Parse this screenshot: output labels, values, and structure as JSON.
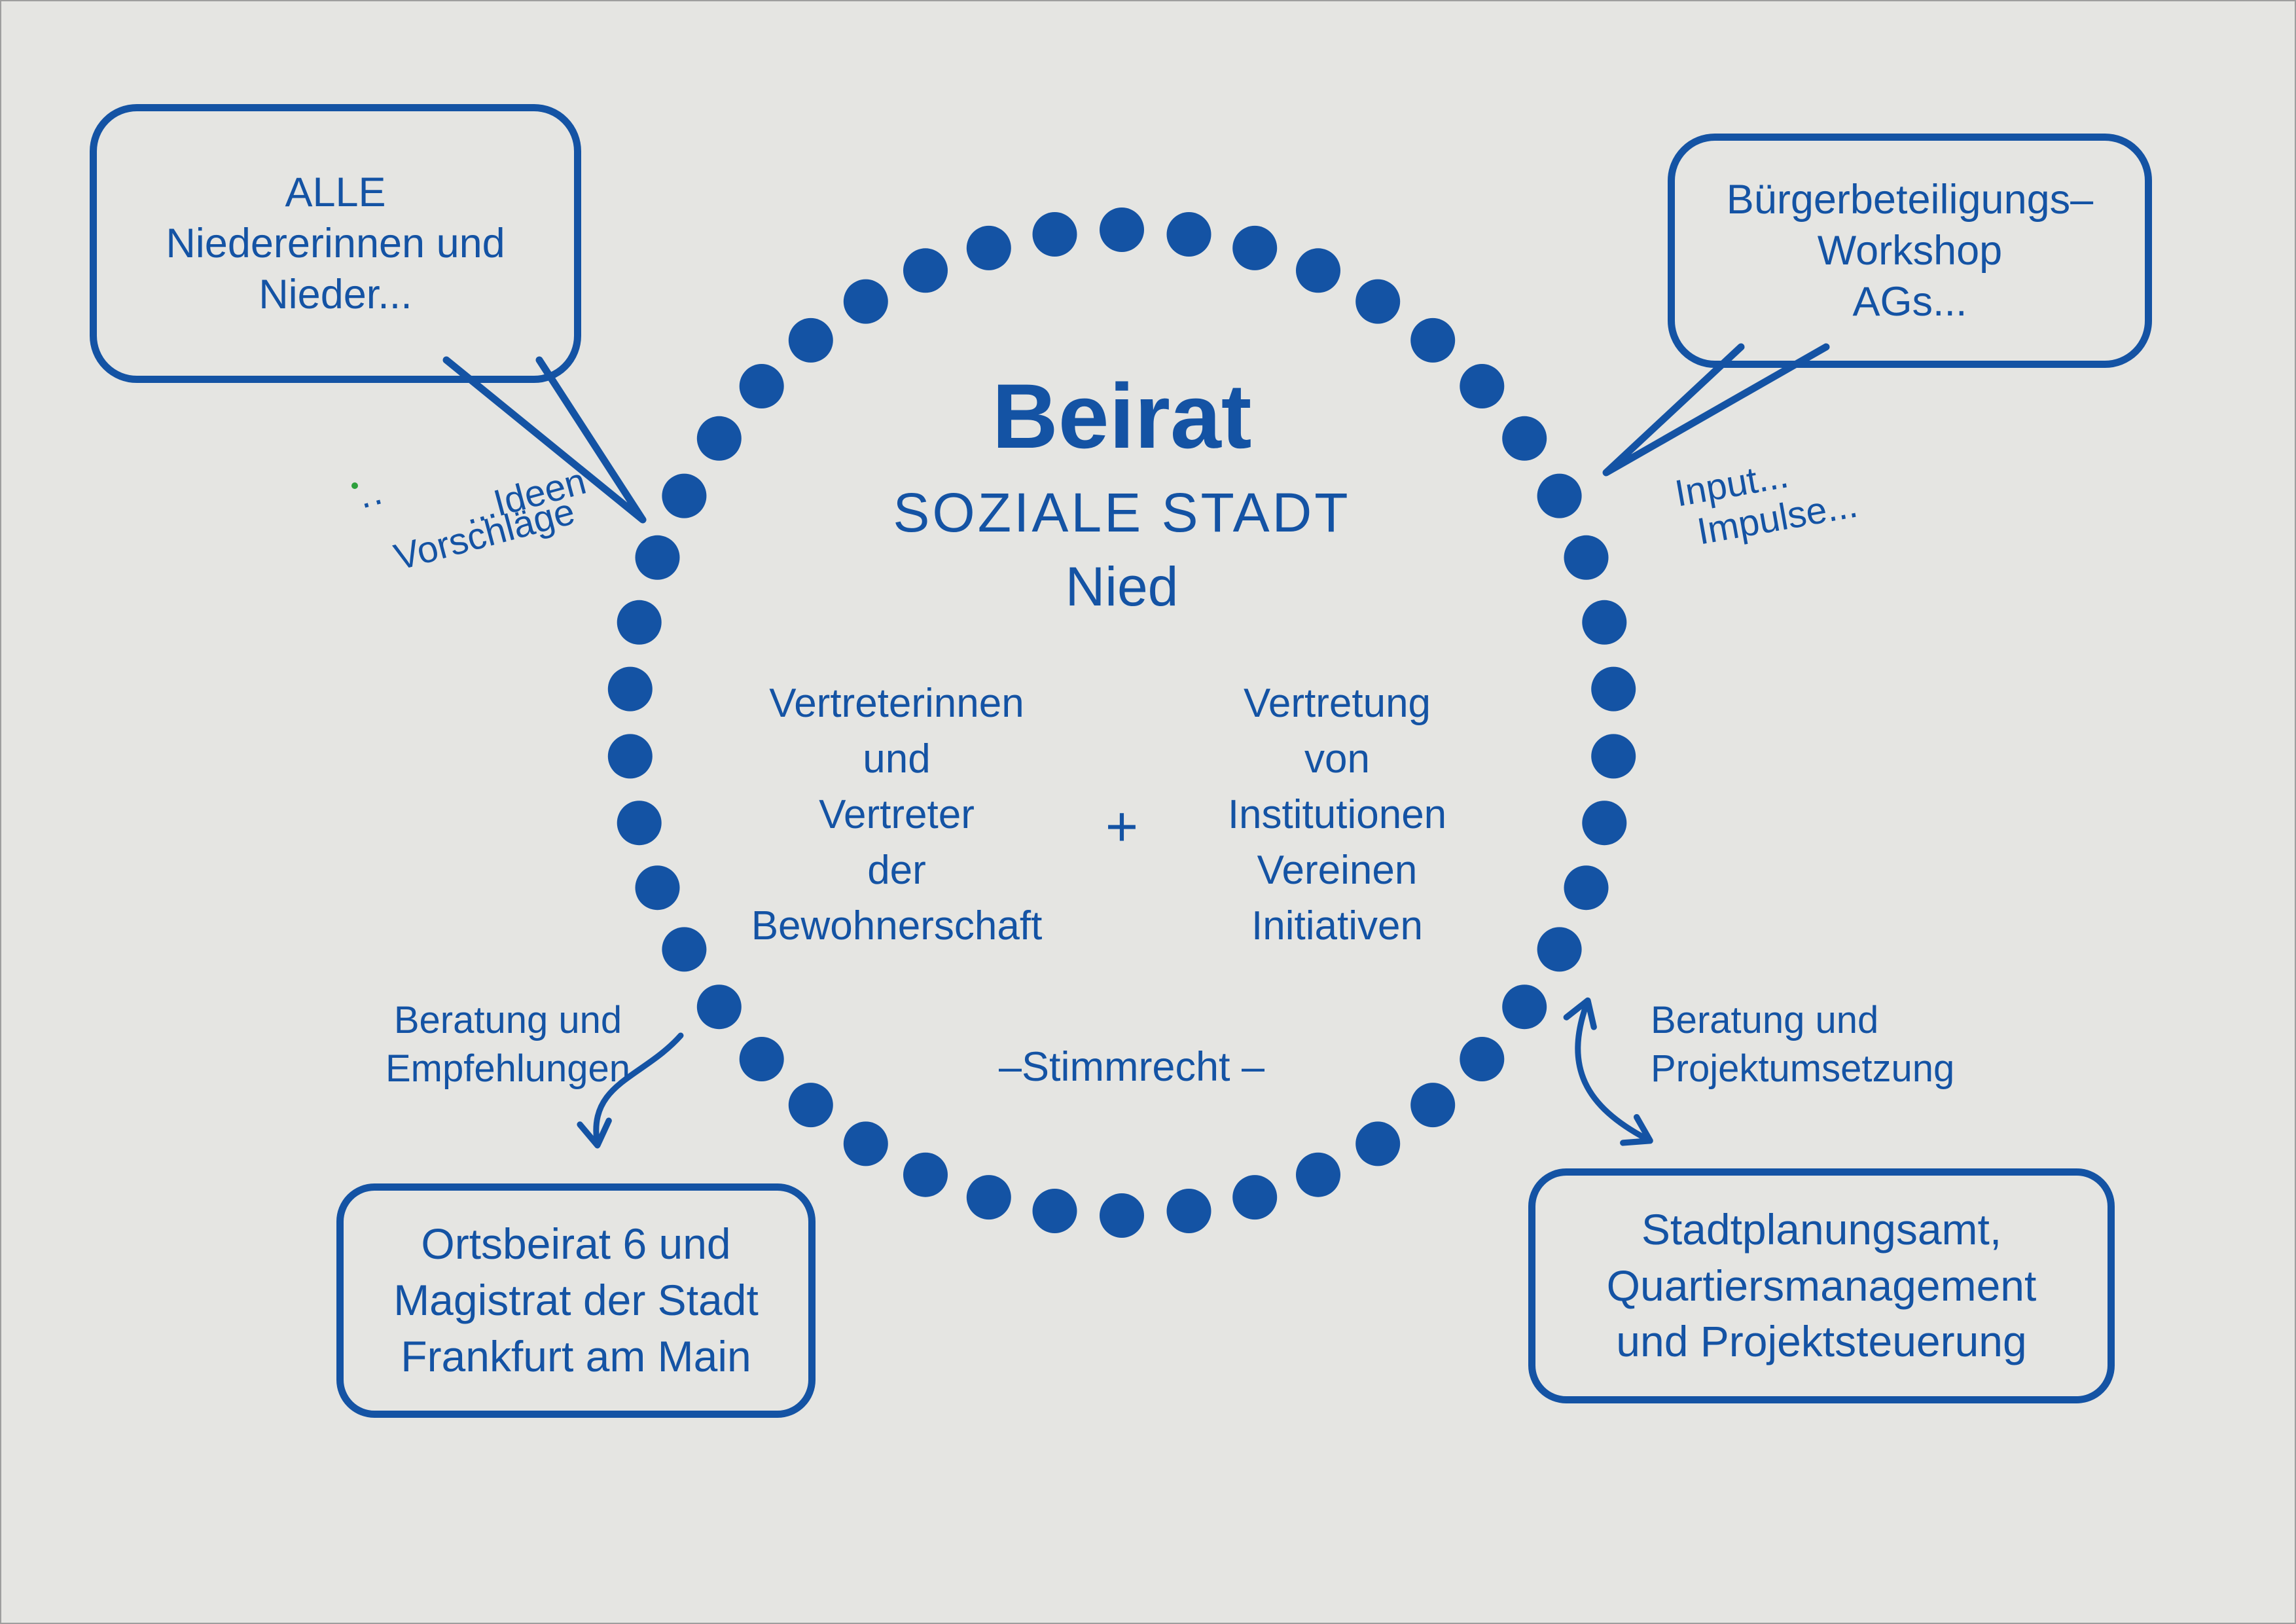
{
  "colors": {
    "blue": "#1453a4",
    "background": "#e5e5e2",
    "green_speck": "#2da03c"
  },
  "circle": {
    "title": "Beirat",
    "subtitle": "SOZIALE STADT",
    "district": "Nied",
    "left_group": [
      "Vertreterinnen",
      "und",
      "Vertreter",
      "der",
      "Bewohnerschaft"
    ],
    "plus": "+",
    "right_group": [
      "Vertretung",
      "von",
      "Institutionen",
      "Vereinen",
      "Initiativen"
    ],
    "voting_note": "–Stimmrecht  –"
  },
  "speech_bubbles": {
    "residents": [
      "ALLE",
      "Niedererinnen und",
      "Nieder..."
    ],
    "workshops": [
      "Bürgerbeteiligungs–",
      "Workshop",
      "AGs..."
    ]
  },
  "flow_labels": {
    "ideen": "...Ideen",
    "vorschlaege_dots": "··",
    "vorschlaege": "Vorschläge",
    "input": "Input...",
    "impulse": "Impulse...",
    "advice_left": [
      "Beratung und",
      "Empfehlungen"
    ],
    "advice_right": [
      "Beratung und",
      "Projektumsetzung"
    ]
  },
  "boxes": {
    "city": [
      "Ortsbeirat 6 und",
      "Magistrat der Stadt",
      "Frankfurt am Main"
    ],
    "planning": [
      "Stadtplanungsamt,",
      "Quartiersmanagement",
      "und Projektsteuerung"
    ]
  }
}
